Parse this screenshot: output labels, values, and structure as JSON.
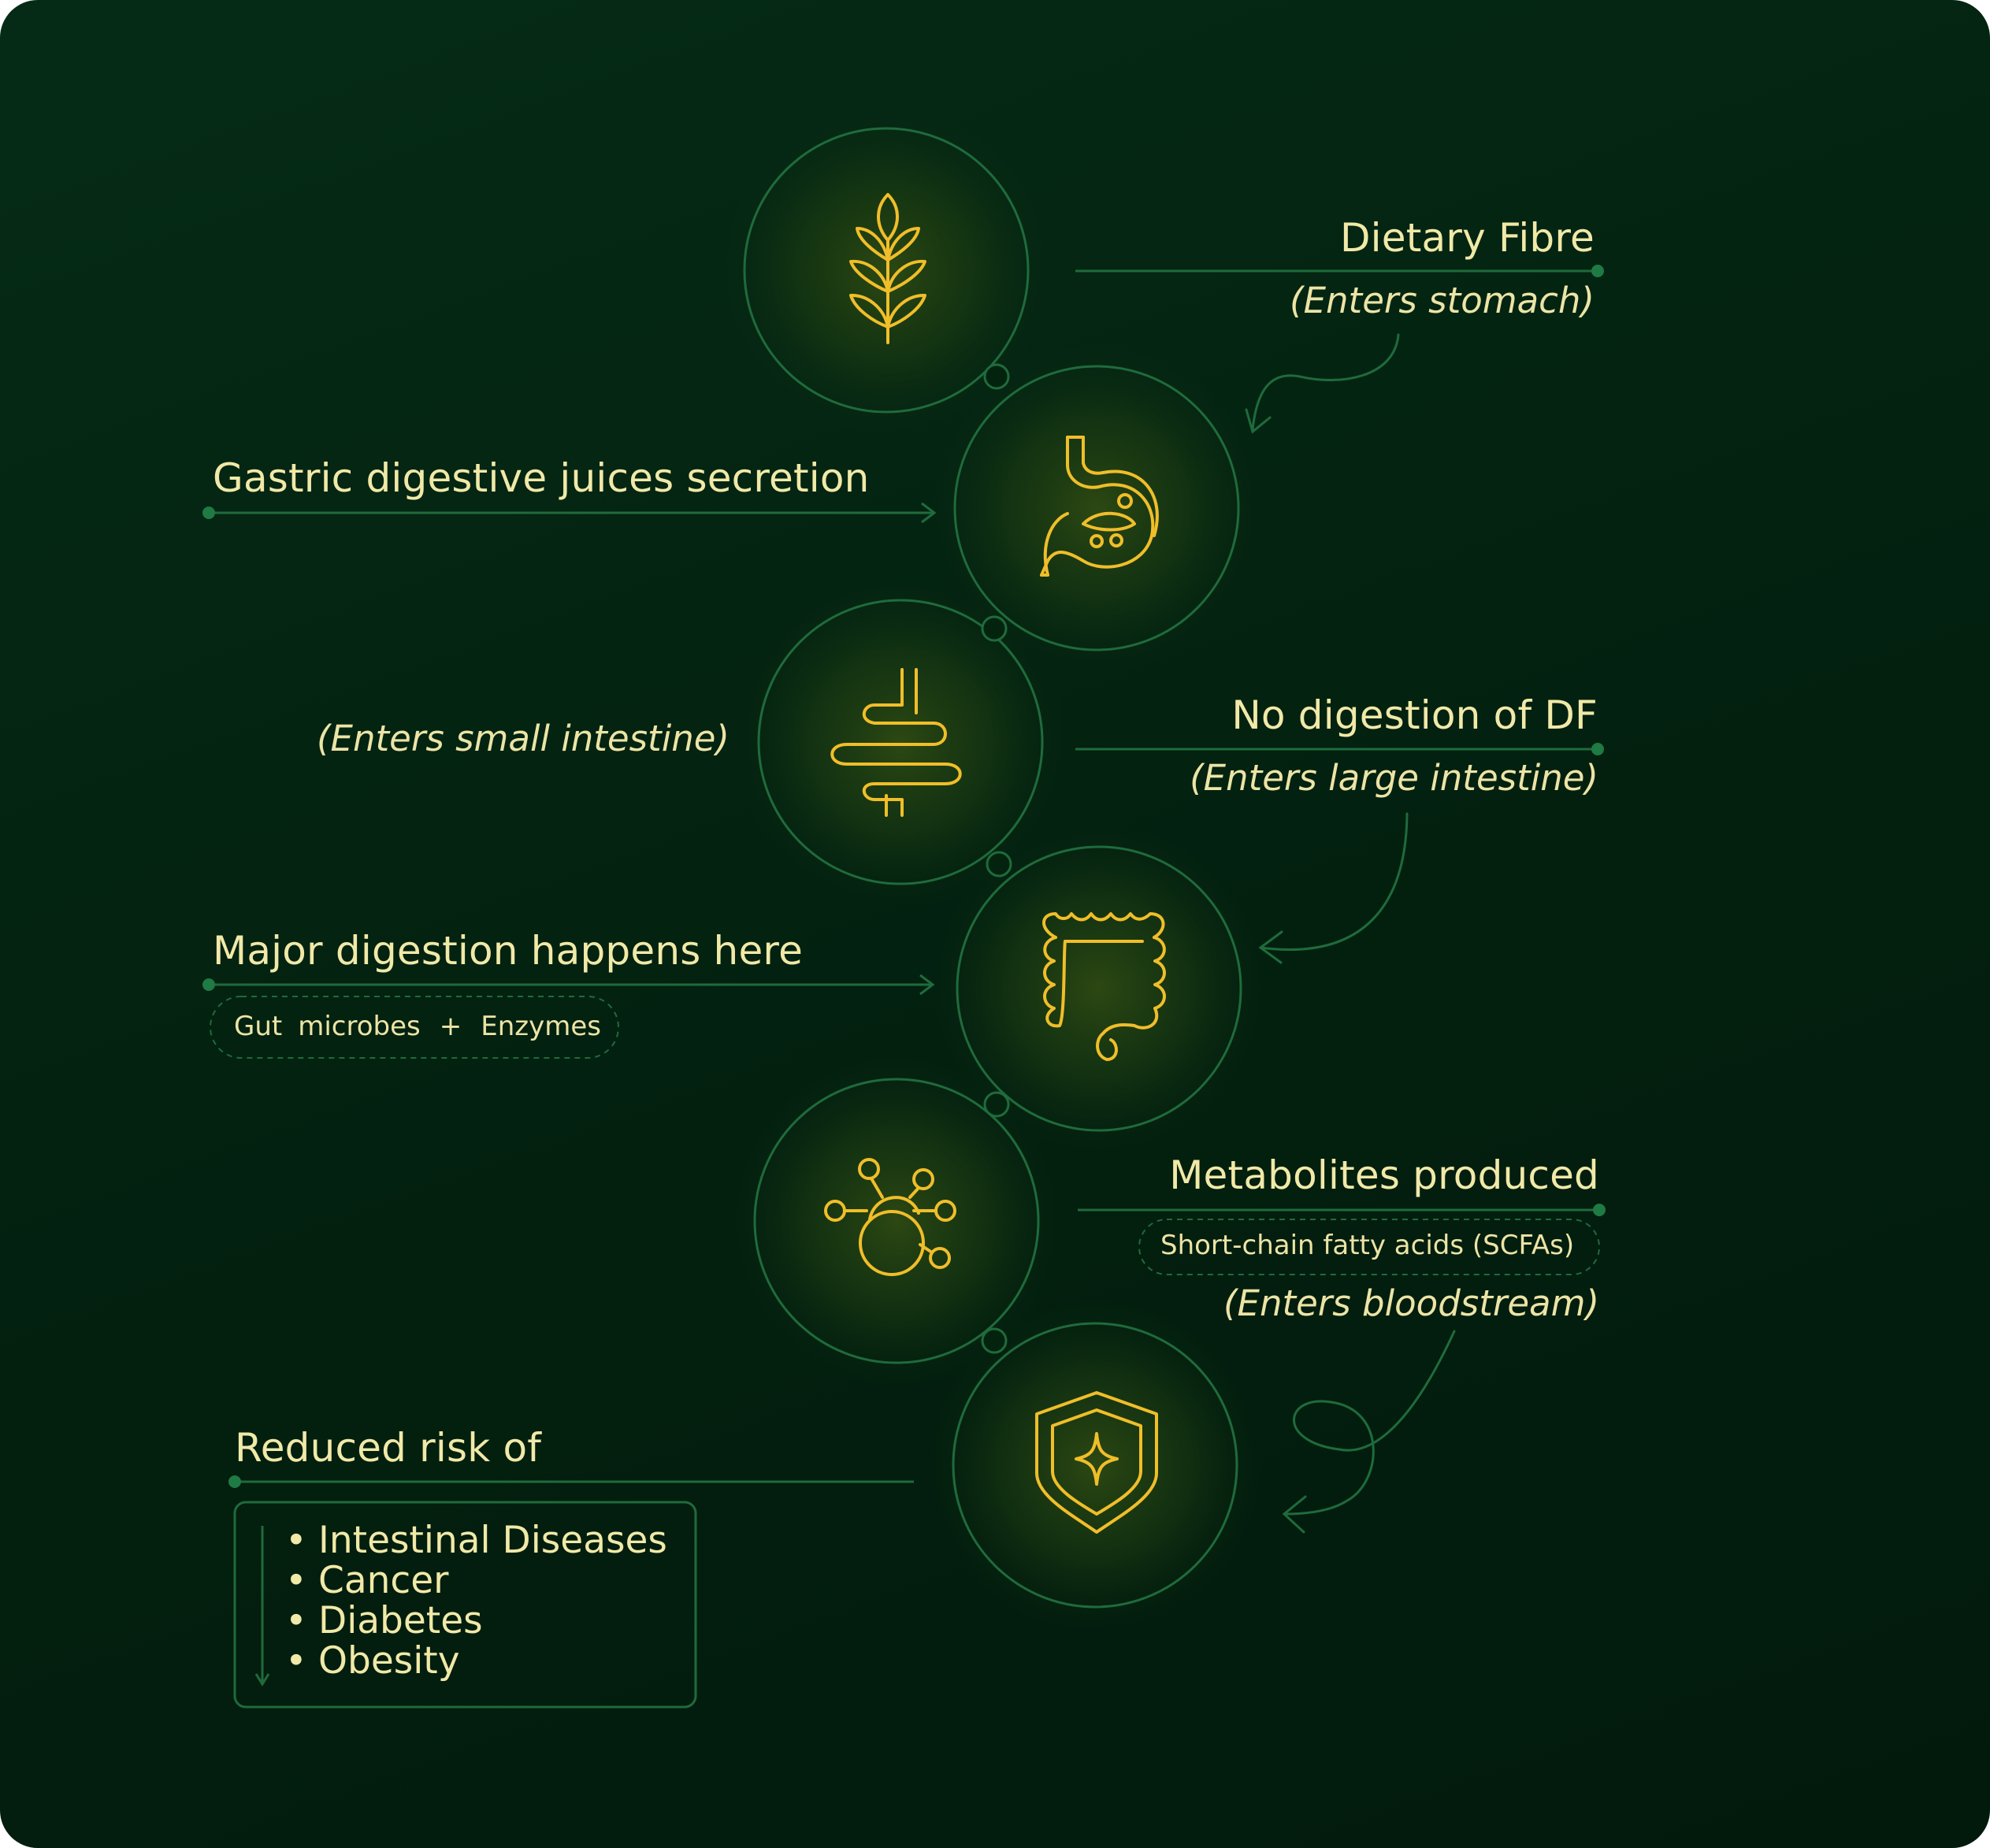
{
  "colors": {
    "background": "#032210",
    "line_green": "#1f6b3c",
    "accent_yellow": "#f0be2a",
    "text_cream": "#f1e9a8"
  },
  "steps": [
    {
      "icon": "wheat-icon",
      "title": "Dietary Fibre",
      "note": "(Enters stomach)"
    },
    {
      "icon": "stomach-icon",
      "title": "Gastric digestive juices secretion"
    },
    {
      "icon": "small-intestine-icon",
      "note": "(Enters small intestine)"
    },
    {
      "icon": "large-intestine-icon",
      "title": "No digestion of DF",
      "note": "(Enters large intestine)"
    },
    {
      "icon": "large-intestine-icon",
      "title": "Major digestion happens here",
      "pill": {
        "a": "Gut",
        "b": "microbes",
        "plus": "+",
        "c": "Enzymes"
      }
    },
    {
      "icon": "metabolites-icon",
      "title": "Metabolites produced",
      "pill": "Short-chain fatty acids (SCFAs)",
      "note": "(Enters bloodstream)"
    },
    {
      "icon": "shield-icon",
      "title": "Reduced risk of",
      "items": [
        "Intestinal Diseases",
        "Cancer",
        "Diabetes",
        "Obesity"
      ]
    }
  ]
}
